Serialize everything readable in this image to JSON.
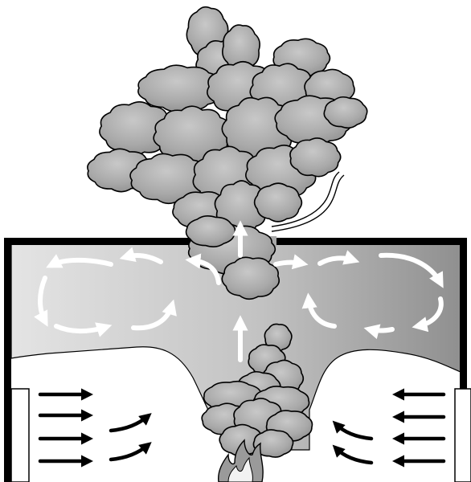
{
  "diagram": {
    "kind": "room-fire-smoke-flow",
    "text_labels": [],
    "colors": {
      "outline": "#000000",
      "smoke_fill": "#a7a7a7",
      "smoke_dark": "#8c8c8c",
      "smoke_light": "#c9c9c9",
      "ceiling_layer_light": "#dcdcdc",
      "ceiling_layer_dark": "#9a9a9a",
      "flow_arrow": "#ffffff",
      "inflow_arrow": "#000000",
      "flame_outer": "#9a9a9a",
      "flame_inner": "#f2f2f2",
      "background": "#ffffff"
    },
    "elements": {
      "room": "room-enclosure",
      "hot_layer": "hot-smoke-layer",
      "plume": "fire-plume",
      "outside_plume": "smoke-plume-outside",
      "ceiling_opening": "ceiling-vent-opening",
      "fire": "fire-flame-icon",
      "circulation": "smoke-circulation-arrows",
      "upward_flow": "upward-flow-arrows",
      "inflow_left": "air-inflow-arrows-left",
      "inflow_right": "air-inflow-arrows-right",
      "doors": "door-openings",
      "pipe": "exhaust-hook-pipe"
    }
  }
}
